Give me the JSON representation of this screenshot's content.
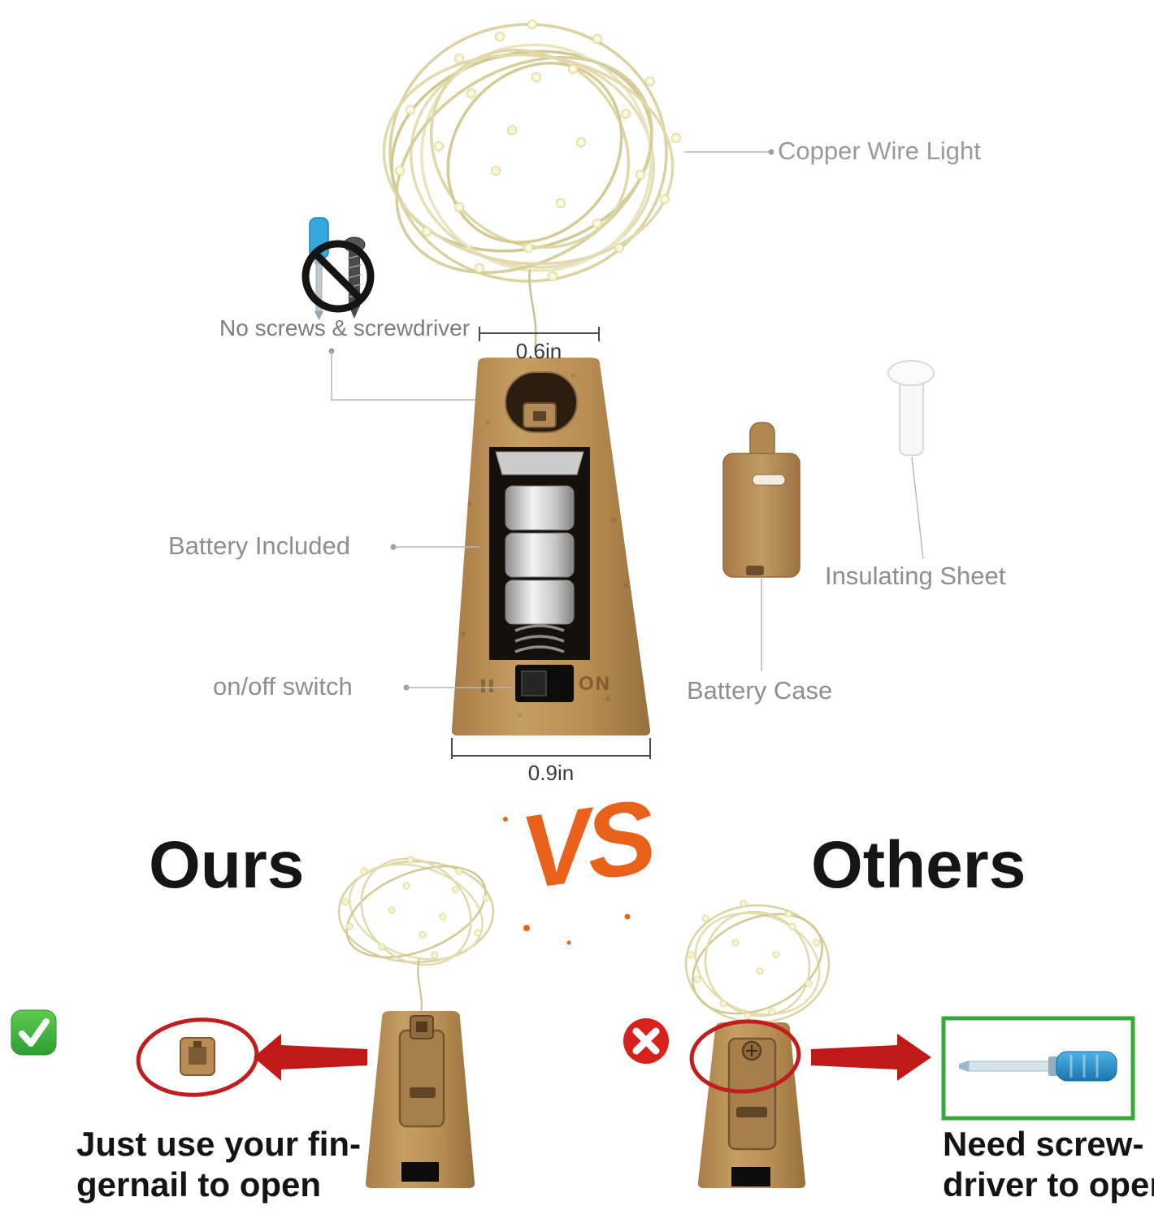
{
  "colors": {
    "background": "#ffffff",
    "cork": "#b98c56",
    "cork_dark": "#7d5c33",
    "label_gray": "#8e8e8e",
    "accent_orange": "#ea611b",
    "check_green": "#3aa73a",
    "cross_red": "#c41f1f",
    "battery_silver": "#c2c2c2",
    "screwdriver_blue": "#35a9dc"
  },
  "annotations": {
    "copper_wire_light": "Copper Wire Light",
    "no_screws": "No screws & screwdriver",
    "battery_included": "Battery Included",
    "on_off_switch": "on/off switch",
    "battery_case": "Battery Case",
    "insulating_sheet": "Insulating Sheet"
  },
  "dimensions": {
    "cork_top": "0.6in",
    "cork_bottom": "0.9in"
  },
  "cork": {
    "switch_on_label": "ON"
  },
  "comparison": {
    "ours_title": "Ours",
    "vs_label": "VS",
    "others_title": "Others",
    "ours_caption_line1": "Just use your fin-",
    "ours_caption_line2": "gernail  to open",
    "others_caption_line1": "Need screw-",
    "others_caption_line2": "driver to open"
  },
  "icons": {
    "check": "✓",
    "cross": "✕",
    "no_symbol": "🚫",
    "screwdriver": "screwdriver-icon",
    "screw": "screw-icon"
  }
}
